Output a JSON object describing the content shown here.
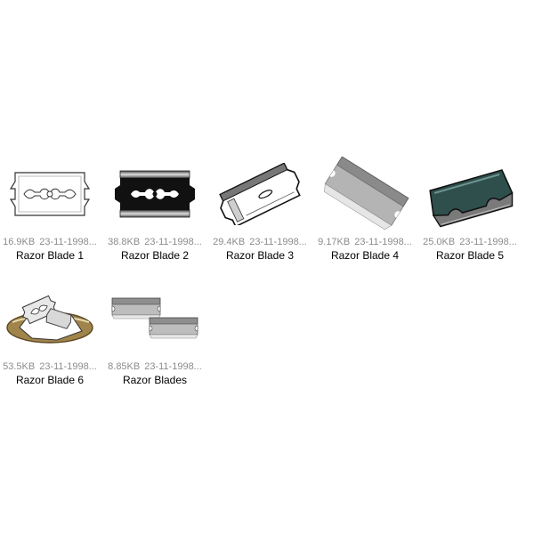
{
  "files": [
    {
      "name": "Razor Blade 1",
      "size": "16.9KB",
      "date": "23-11-1998...",
      "icon": "razor-blade-outline-icon"
    },
    {
      "name": "Razor Blade 2",
      "size": "38.8KB",
      "date": "23-11-1998...",
      "icon": "razor-blade-black-icon"
    },
    {
      "name": "Razor Blade 3",
      "size": "29.4KB",
      "date": "23-11-1998...",
      "icon": "razor-blade-tilted-icon"
    },
    {
      "name": "Razor Blade 4",
      "size": "9.17KB",
      "date": "23-11-1998...",
      "icon": "single-edge-blade-icon"
    },
    {
      "name": "Razor Blade 5",
      "size": "25.0KB",
      "date": "23-11-1998...",
      "icon": "utility-blade-teal-icon"
    },
    {
      "name": "Razor Blade 6",
      "size": "53.5KB",
      "date": "23-11-1998...",
      "icon": "blade-in-box-icon"
    },
    {
      "name": "Razor Blades",
      "size": "8.85KB",
      "date": "23-11-1998...",
      "icon": "two-razor-blades-icon"
    }
  ]
}
